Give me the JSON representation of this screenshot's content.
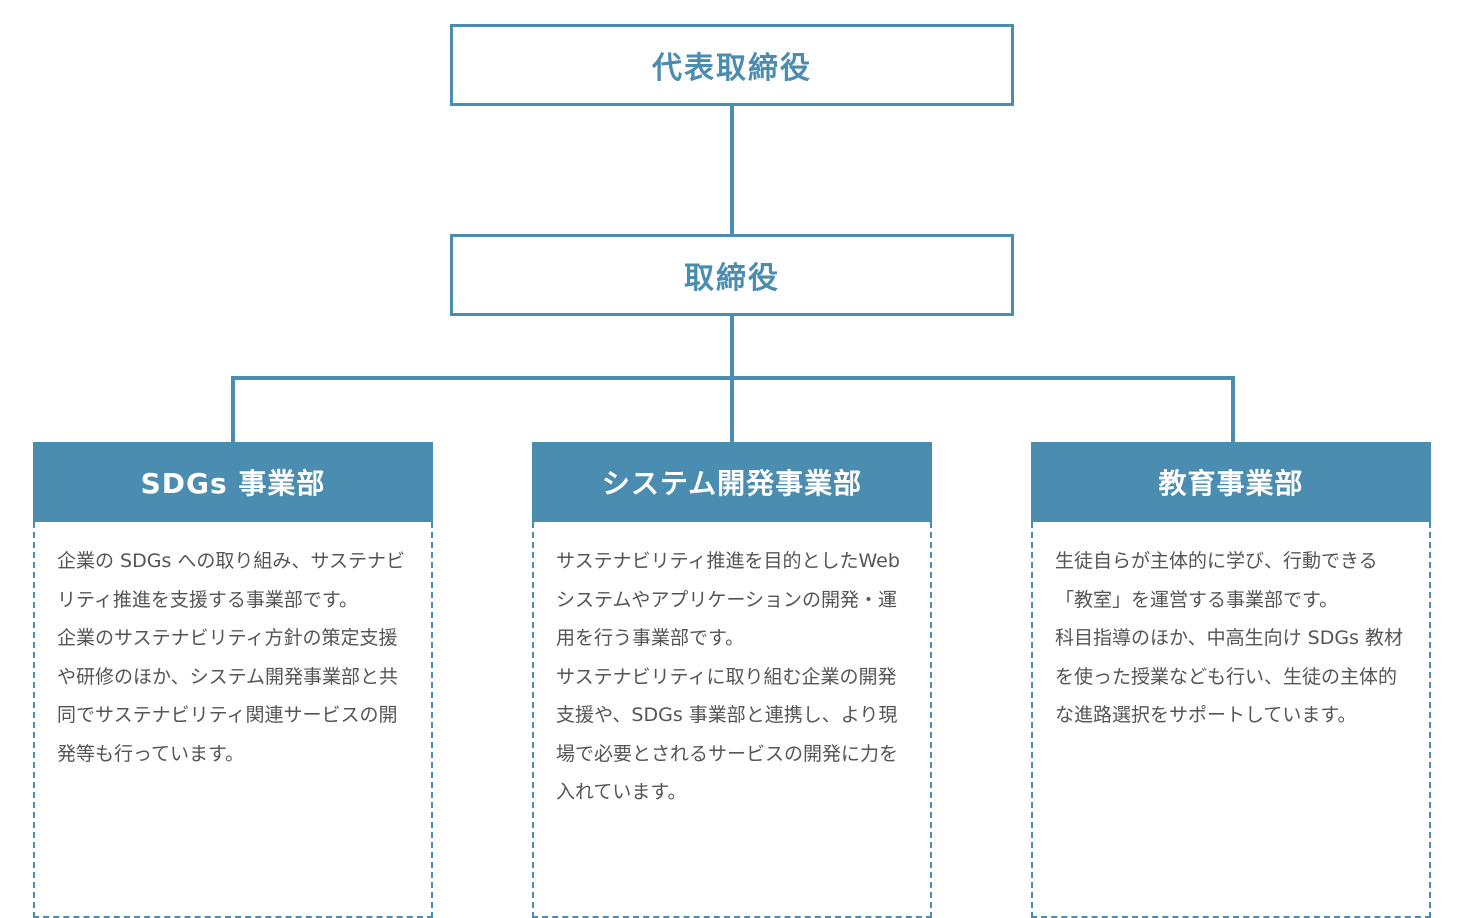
{
  "org": {
    "ceo": "代表取締役",
    "board": "取締役",
    "departments": [
      {
        "name": "SDGs 事業部",
        "description": "企業の SDGs への取り組み、サステナビリティ推進を支援する事業部です。\n企業のサステナビリティ方針の策定支援や研修のほか、システム開発事業部と共同でサステナビリティ関連サービスの開発等も行っています。"
      },
      {
        "name": "システム開発事業部",
        "description": "サステナビリティ推進を目的としたWeb システムやアプリケーションの開発・運用を行う事業部です。\nサステナビリティに取り組む企業の開発支援や、SDGs 事業部と連携し、より現場で必要とされるサービスの開発に力を入れています。"
      },
      {
        "name": "教育事業部",
        "description": "生徒自らが主体的に学び、行動できる「教室」を運営する事業部です。\n科目指導のほか、中高生向け SDGs 教材を使った授業なども行い、生徒の主体的な進路選択をサポートしています。"
      }
    ]
  },
  "colors": {
    "accent": "#4a8db0",
    "text": "#555555"
  }
}
